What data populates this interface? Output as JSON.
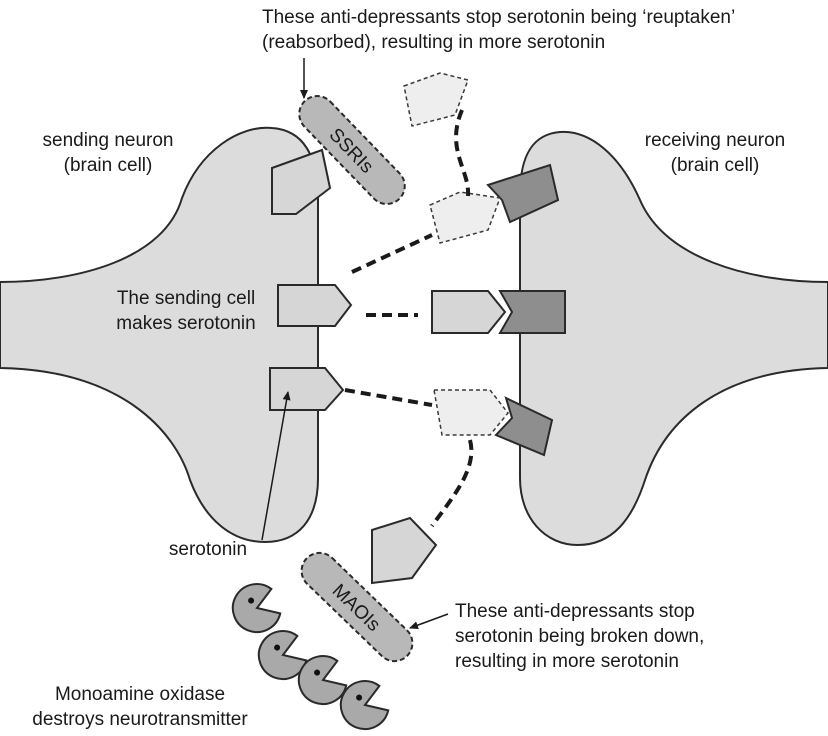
{
  "labels": {
    "ssri_note_line1": "These anti-depressants stop serotonin being ‘reuptaken’",
    "ssri_note_line2": "(reabsorbed), resulting in more serotonin",
    "sending_line1": "sending neuron",
    "sending_line2": "(brain cell)",
    "receiving_line1": "receiving neuron",
    "receiving_line2": "(brain cell)",
    "makes_line1": "The sending cell",
    "makes_line2": "makes serotonin",
    "serotonin": "serotonin",
    "maoi_note_line1": "These anti-depressants stop",
    "maoi_note_line2": "serotonin being broken down,",
    "maoi_note_line3": "resulting in more serotonin",
    "mao_line1": "Monoamine oxidase",
    "mao_line2": "destroys neurotransmitter"
  },
  "drugs": {
    "ssri": "SSRIs",
    "maoi": "MAOIs"
  },
  "colors": {
    "neuron_fill": "#dcdcdc",
    "serotonin_fill": "#d6d6d6",
    "receptor_fill": "#8e8e8e",
    "pill_fill": "#b8b8b8",
    "enzyme_fill": "#a9a9a9",
    "outline": "#2a2a2a"
  }
}
